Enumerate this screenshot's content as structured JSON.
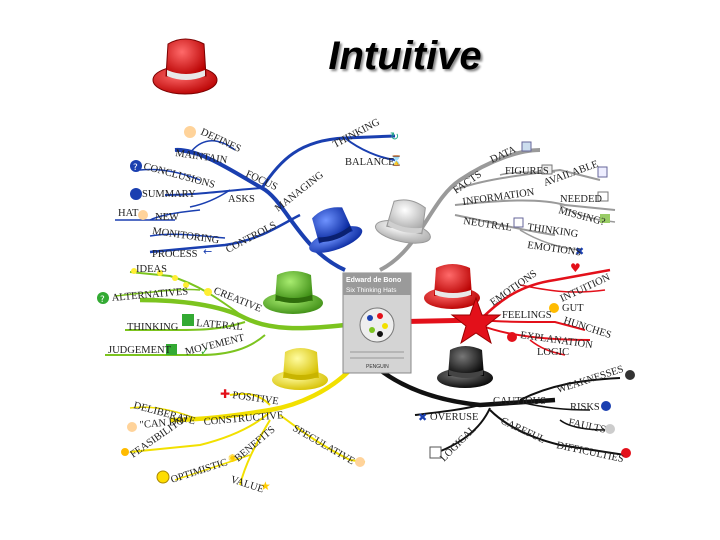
{
  "slide": {
    "title": "Intuitive"
  },
  "colors": {
    "blue": "#1a3fb0",
    "white": "#9a9a9a",
    "red": "#e3101a",
    "green": "#7cc41f",
    "yellow": "#f2e000",
    "black": "#111111"
  },
  "book": {
    "author": "Edward de Bono",
    "title": "Six Thinking Hats",
    "publisher": "PENGUIN"
  },
  "blue": {
    "defines": "DEFINES",
    "maintain": "MAINTAIN",
    "focus": "FOCUS",
    "conclusions": "CONCLUSIONS",
    "summary": "SUMMARY",
    "asks": "ASKS",
    "hat": "HAT",
    "new": "NEW",
    "monitoring": "MONITORING",
    "process": "PROCESS",
    "controls": "CONTROLS",
    "managing": "MANAGING",
    "thinking": "THINKING",
    "balance": "BALANCE"
  },
  "white": {
    "facts": "FACTS",
    "data": "DATA",
    "figures": "FIGURES",
    "available": "AVAILABLE",
    "information": "INFORMATION",
    "needed": "NEEDED",
    "missing": "MISSING?",
    "neutral": "NEUTRAL",
    "thinking": "THINKING",
    "emotions": "EMOTIONS"
  },
  "red": {
    "emotions": "EMOTIONS",
    "intuition": "INTUITION",
    "gut": "GUT",
    "feelings": "FEELINGS",
    "hunches": "HUNCHES",
    "explanation": "EXPLANATION",
    "logic": "LOGIC"
  },
  "green": {
    "ideas": "IDEAS",
    "creative": "CREATIVE",
    "alternatives": "ALTERNATIVES",
    "thinking": "THINKING",
    "lateral": "LATERAL",
    "judgement": "JUDGEMENT",
    "movement": "MOVEMENT"
  },
  "yellow": {
    "positive": "POSITIVE",
    "deliberate": "DELIBERATE",
    "can_do": "\"CAN DO\"",
    "constructive": "CONSTRUCTIVE",
    "feasibility": "FEASIBILITY",
    "benefits": "BENEFITS",
    "speculative": "SPECULATIVE",
    "optimistic": "OPTIMISTIC",
    "value": "VALUE"
  },
  "black": {
    "weaknesses": "WEAKNESSES",
    "cautious": "CAUTIOUS",
    "risks": "RISKS",
    "overuse": "OVERUSE",
    "faults": "FAULTS",
    "logical": "LOGICAL",
    "careful": "CAREFUL",
    "difficulties": "DIFFICULTIES"
  }
}
